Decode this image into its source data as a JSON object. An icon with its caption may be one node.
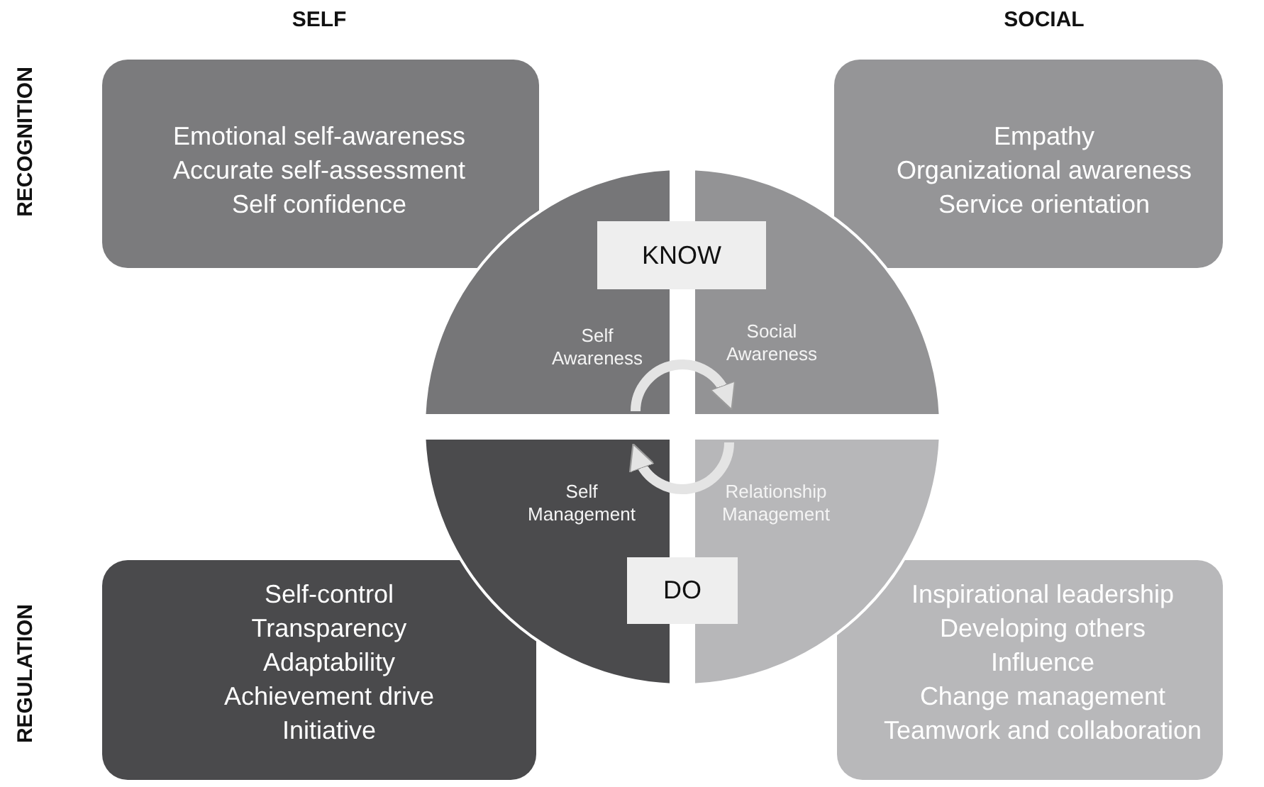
{
  "diagram": {
    "nodes": [
      {
        "text": [
          "Emotional self-awareness",
          "Accurate self-assessment",
          "Self confidence"
        ]
      },
      {
        "text": [
          "Empathy",
          "Organizational awareness",
          "Service orientation"
        ]
      },
      {
        "text": [
          "KNOW"
        ]
      },
      {
        "text": [
          "Self Awareness"
        ]
      },
      {
        "text": [
          "Social Awareness"
        ]
      },
      {
        "text": [
          "Self Management"
        ]
      },
      {
        "text": [
          "Relationship Management"
        ]
      },
      {
        "text": [
          "DO"
        ]
      },
      {
        "text": [
          "Self-control",
          "Transparency",
          "Adaptability",
          "Achievement drive",
          "Initiative"
        ]
      },
      {
        "text": [
          "Inspirational leadership",
          "Developing others",
          "Influence",
          "Change management",
          "Teamwork and collaboration"
        ]
      }
    ],
    "edges": [
      {
        "from": 3,
        "to": 4,
        "arrow": "to"
      },
      {
        "from": 6,
        "to": 5,
        "arrow": "to"
      }
    ],
    "labels": [
      "SELF",
      "SOCIAL",
      "RECOGNITION",
      "REGULATION"
    ]
  }
}
